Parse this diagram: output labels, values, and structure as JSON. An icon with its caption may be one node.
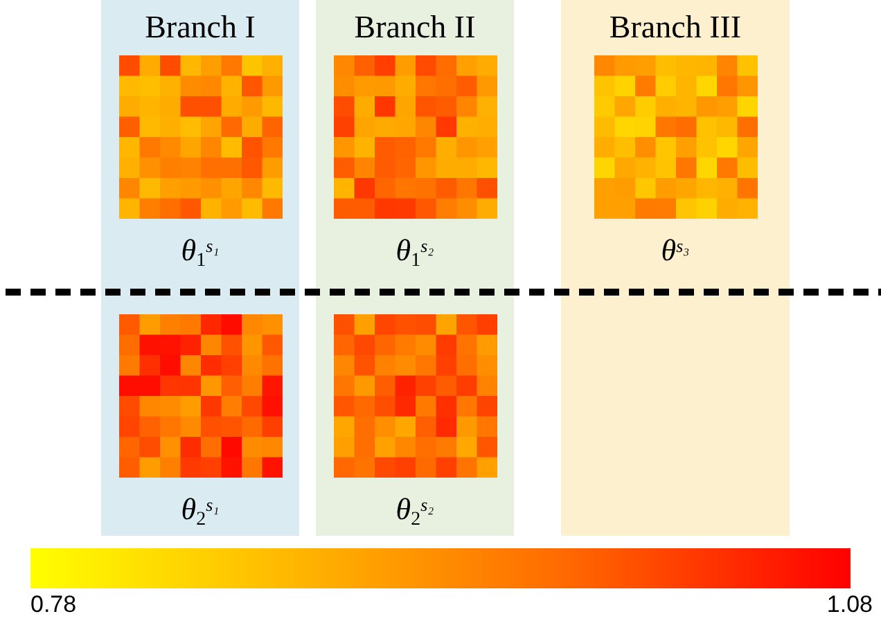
{
  "diagram": {
    "nodes": [
      {
        "text": [
          "Branch I",
          "θ$_{1}$$^{s₁}$",
          "θ$_{2}$$^{s₁}$"
        ]
      },
      {
        "text": [
          "Branch II",
          "θ$_{1}$$^{s₂}$",
          "θ$_{2}$$^{s₂}$"
        ]
      },
      {
        "text": [
          "Branch III",
          "θ$^{s₃}$"
        ]
      }
    ],
    "labels": [
      "0.78",
      "1.08"
    ]
  }
}
